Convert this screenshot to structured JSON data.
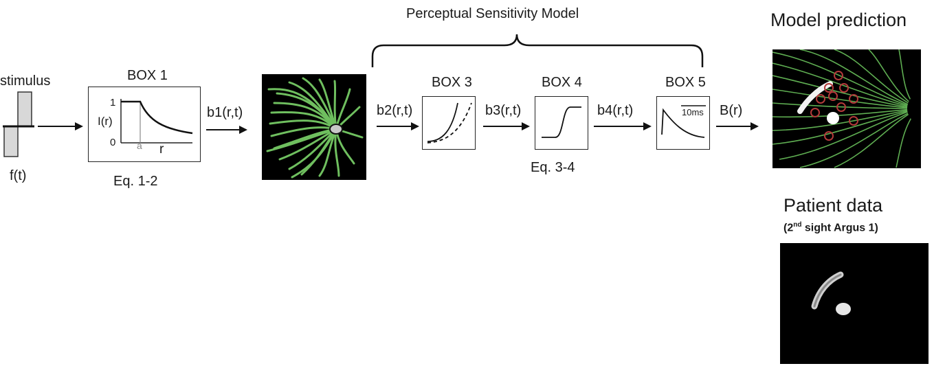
{
  "labels": {
    "stimulus": "stimulus",
    "ft": "f(t)",
    "box1": "BOX 1",
    "box1_ylabel": "I(r)",
    "box1_tick_top": "1",
    "box1_tick_bottom": "0",
    "box1_tick_a": "a",
    "box1_xlabel": "r",
    "eq12": "Eq.  1-2",
    "b1": "b1(r,t)",
    "b2": "b2(r,t)",
    "b3": "b3(r,t)",
    "b4": "b4(r,t)",
    "B": "B(r)",
    "perceptual": "Perceptual Sensitivity Model",
    "box3": "BOX 3",
    "box4": "BOX 4",
    "box5": "BOX 5",
    "box5_scale": "10ms",
    "eq34": "Eq.  3-4",
    "model_prediction": "Model prediction",
    "patient_data": "Patient data",
    "patient_sub_pre": "(2",
    "patient_sub_sup": "nd",
    "patient_sub_post": " sight Argus 1)"
  },
  "colors": {
    "axon_green": "#6fbf5f",
    "panel_bg": "#000000",
    "electrode_red": "#b33a3a",
    "stim_fill": "#d8d8d8"
  }
}
